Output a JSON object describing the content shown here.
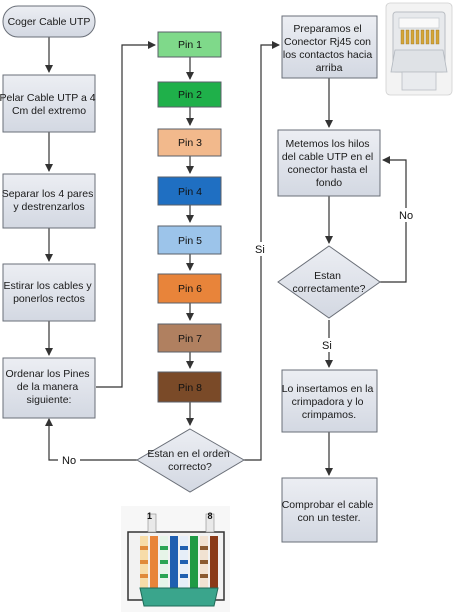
{
  "flowchart": {
    "start": "Coger Cable UTP",
    "left_steps": [
      [
        "Pelar Cable UTP a 4",
        "Cm del extremo"
      ],
      [
        "Separar los 4 pares",
        "y destrenzarlos"
      ],
      [
        "Estirar los cables y",
        "ponerlos rectos"
      ],
      [
        "Ordenar los Pines",
        "de la manera",
        "siguiente:"
      ]
    ],
    "pins": [
      {
        "label": "Pin 1",
        "color": "#7fd98a"
      },
      {
        "label": "Pin 2",
        "color": "#1fb04a"
      },
      {
        "label": "Pin 3",
        "color": "#f2b98c"
      },
      {
        "label": "Pin 4",
        "color": "#1f6fc2"
      },
      {
        "label": "Pin 5",
        "color": "#9cc4ea"
      },
      {
        "label": "Pin 6",
        "color": "#e8843a"
      },
      {
        "label": "Pin 7",
        "color": "#b08060"
      },
      {
        "label": "Pin 8",
        "color": "#7a4a28"
      }
    ],
    "decision_order": [
      "Estan en el orden",
      "correcto?"
    ],
    "edge_no_left": "No",
    "edge_si_order": "Si",
    "right_steps": [
      [
        "Preparamos el",
        "Conector Rj45 con",
        "los contactos hacia",
        "arriba"
      ],
      [
        "Metemos los hilos",
        "del cable UTP en el",
        "conector hasta el",
        "fondo"
      ]
    ],
    "decision_correct": [
      "Estan",
      "correctamente?"
    ],
    "edge_no_right": "No",
    "edge_si_right": "Si",
    "right_steps_2": [
      [
        "Lo insertamos en la",
        "crimpadora y lo",
        "crimpamos."
      ],
      [
        "Comprobar el cable",
        "con un tester."
      ]
    ]
  },
  "photo": {
    "pin_marks": [
      "1",
      "8"
    ]
  },
  "colors": {
    "box_fill": "#dde1ea",
    "box_stroke": "#6a6f78",
    "arrow": "#333333"
  }
}
